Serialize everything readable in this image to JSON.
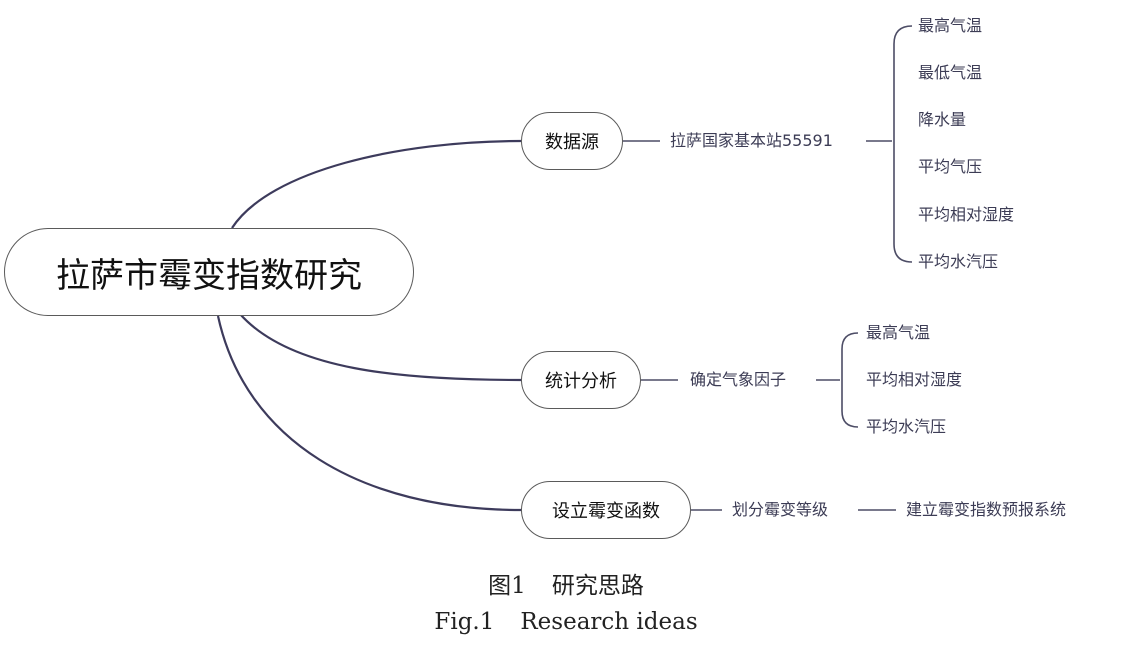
{
  "diagram": {
    "root": "拉萨市霉变指数研究",
    "branches": [
      {
        "label": "数据源",
        "child": "拉萨国家基本站55591",
        "leaves": [
          "最高气温",
          "最低气温",
          "降水量",
          "平均气压",
          "平均相对湿度",
          "平均水汽压"
        ]
      },
      {
        "label": "统计分析",
        "child": "确定气象因子",
        "leaves": [
          "最高气温",
          "平均相对湿度",
          "平均水汽压"
        ]
      },
      {
        "label": "设立霉变函数",
        "child": "划分霉变等级",
        "next": "建立霉变指数预报系统"
      }
    ]
  },
  "caption": {
    "zh_num": "图1",
    "zh_title": "研究思路",
    "en_num": "Fig.1",
    "en_title": "Research ideas"
  },
  "colors": {
    "main_connector": "#3d3b5c",
    "sub_connector": "#4d4d66",
    "text": "#3c3c55"
  }
}
